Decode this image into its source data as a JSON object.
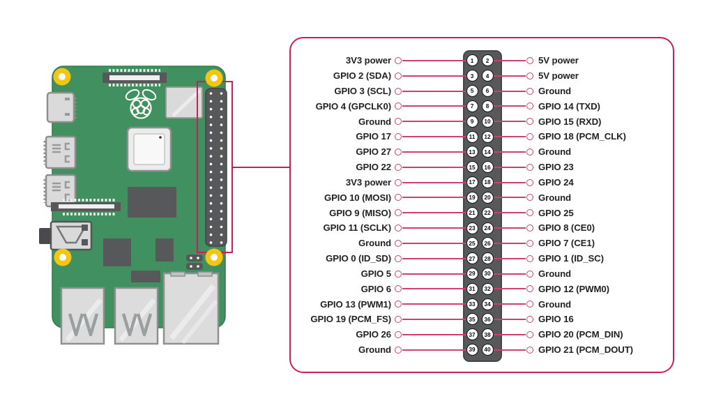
{
  "colors": {
    "accent": "#c81f5b",
    "wire": "#ce3f72",
    "board_green": "#41905f",
    "header_gray": "#57585a",
    "hole_yellow": "#f3c613"
  },
  "board": {
    "gpio_header_rows": 20,
    "gpio_header_cols": 2
  },
  "pinout": {
    "rows": [
      {
        "left_label": "3V3 power",
        "left_pin": "1",
        "right_pin": "2",
        "right_label": "5V power"
      },
      {
        "left_label": "GPIO 2 (SDA)",
        "left_pin": "3",
        "right_pin": "4",
        "right_label": "5V power"
      },
      {
        "left_label": "GPIO 3 (SCL)",
        "left_pin": "5",
        "right_pin": "6",
        "right_label": "Ground"
      },
      {
        "left_label": "GPIO 4 (GPCLK0)",
        "left_pin": "7",
        "right_pin": "8",
        "right_label": "GPIO 14 (TXD)"
      },
      {
        "left_label": "Ground",
        "left_pin": "9",
        "right_pin": "10",
        "right_label": "GPIO 15 (RXD)"
      },
      {
        "left_label": "GPIO 17",
        "left_pin": "11",
        "right_pin": "12",
        "right_label": "GPIO 18 (PCM_CLK)"
      },
      {
        "left_label": "GPIO 27",
        "left_pin": "13",
        "right_pin": "14",
        "right_label": "Ground"
      },
      {
        "left_label": "GPIO 22",
        "left_pin": "15",
        "right_pin": "16",
        "right_label": "GPIO 23"
      },
      {
        "left_label": "3V3 power",
        "left_pin": "17",
        "right_pin": "18",
        "right_label": "GPIO 24"
      },
      {
        "left_label": "GPIO 10 (MOSI)",
        "left_pin": "19",
        "right_pin": "20",
        "right_label": "Ground"
      },
      {
        "left_label": "GPIO 9 (MISO)",
        "left_pin": "21",
        "right_pin": "22",
        "right_label": "GPIO 25"
      },
      {
        "left_label": "GPIO 11 (SCLK)",
        "left_pin": "23",
        "right_pin": "24",
        "right_label": "GPIO 8 (CE0)"
      },
      {
        "left_label": "Ground",
        "left_pin": "25",
        "right_pin": "26",
        "right_label": "GPIO 7 (CE1)"
      },
      {
        "left_label": "GPIO 0 (ID_SD)",
        "left_pin": "27",
        "right_pin": "28",
        "right_label": "GPIO 1 (ID_SC)"
      },
      {
        "left_label": "GPIO 5",
        "left_pin": "29",
        "right_pin": "30",
        "right_label": "Ground"
      },
      {
        "left_label": "GPIO 6",
        "left_pin": "31",
        "right_pin": "32",
        "right_label": "GPIO 12 (PWM0)"
      },
      {
        "left_label": "GPIO 13 (PWM1)",
        "left_pin": "33",
        "right_pin": "34",
        "right_label": "Ground"
      },
      {
        "left_label": "GPIO 19 (PCM_FS)",
        "left_pin": "35",
        "right_pin": "36",
        "right_label": "GPIO 16"
      },
      {
        "left_label": "GPIO 26",
        "left_pin": "37",
        "right_pin": "38",
        "right_label": "GPIO 20 (PCM_DIN)"
      },
      {
        "left_label": "Ground",
        "left_pin": "39",
        "right_pin": "40",
        "right_label": "GPIO 21 (PCM_DOUT)"
      }
    ]
  }
}
